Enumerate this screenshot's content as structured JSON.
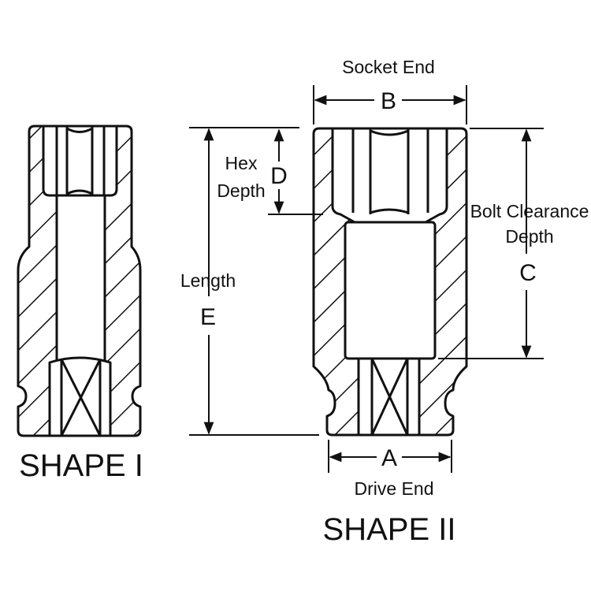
{
  "labels": {
    "socket_end": "Socket End",
    "b": "B",
    "hex": "Hex",
    "hex_depth": "Depth",
    "d": "D",
    "length": "Length",
    "e": "E",
    "bolt_clearance": "Bolt Clearance",
    "bolt_depth": "Depth",
    "c": "C",
    "a": "A",
    "drive_end": "Drive End",
    "shape_1": "SHAPE I",
    "shape_2": "SHAPE II"
  },
  "colors": {
    "line": "#111111",
    "background": "#ffffff"
  }
}
